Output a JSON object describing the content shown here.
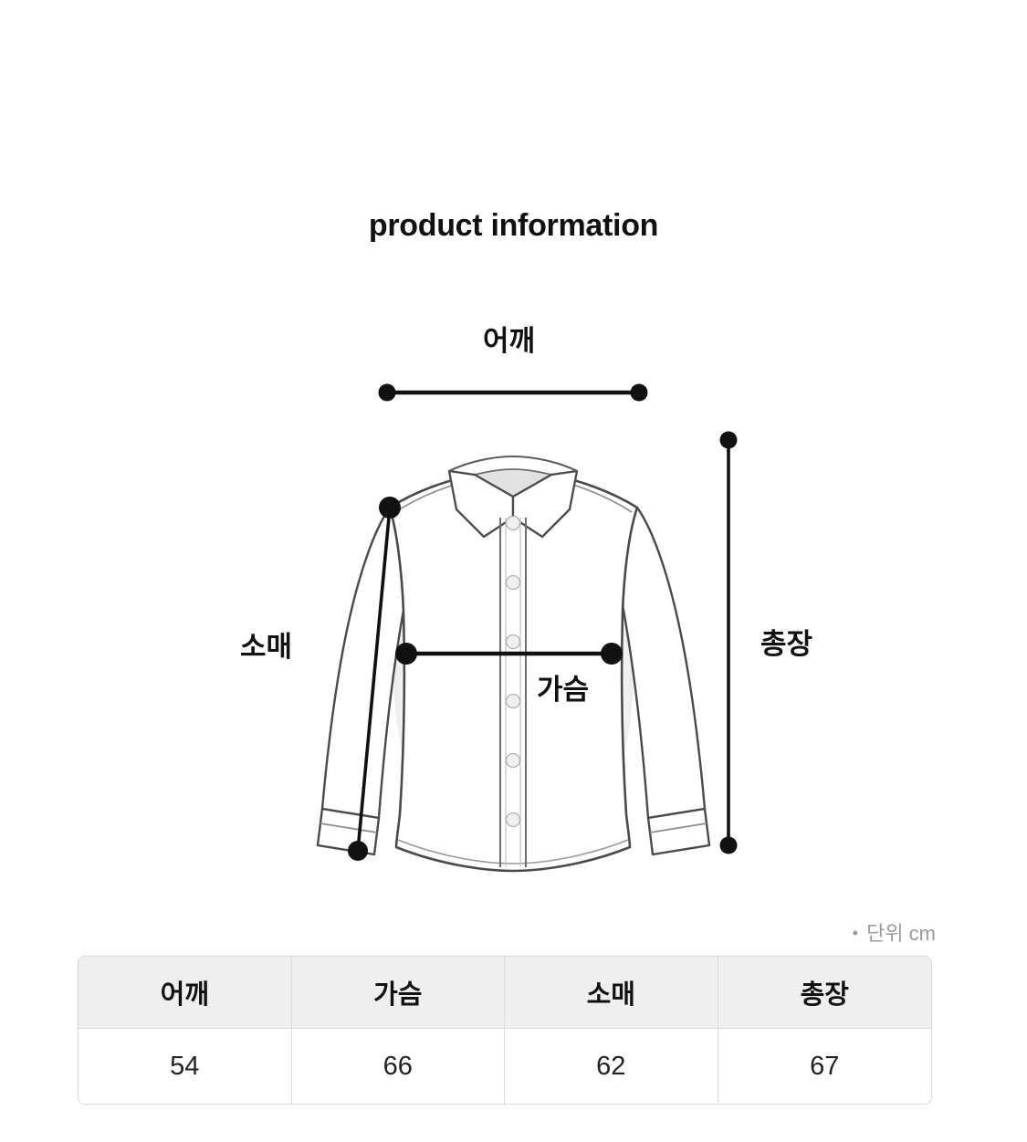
{
  "header": {
    "title": "product information"
  },
  "diagram": {
    "garment": "long-sleeve-button-up-shirt",
    "labels": {
      "shoulder": "어깨",
      "chest": "가슴",
      "sleeve": "소매",
      "length": "총장"
    },
    "measure_line_color": "#111111",
    "garment_outline_color": "#4a4a4a"
  },
  "unit_note": {
    "bullet": "•",
    "text": "단위 cm"
  },
  "size_table": {
    "headers": [
      "어깨",
      "가슴",
      "소매",
      "총장"
    ],
    "rows": [
      [
        "54",
        "66",
        "62",
        "67"
      ]
    ],
    "header_background": "#efefef",
    "border_color": "#dcdcdc"
  }
}
